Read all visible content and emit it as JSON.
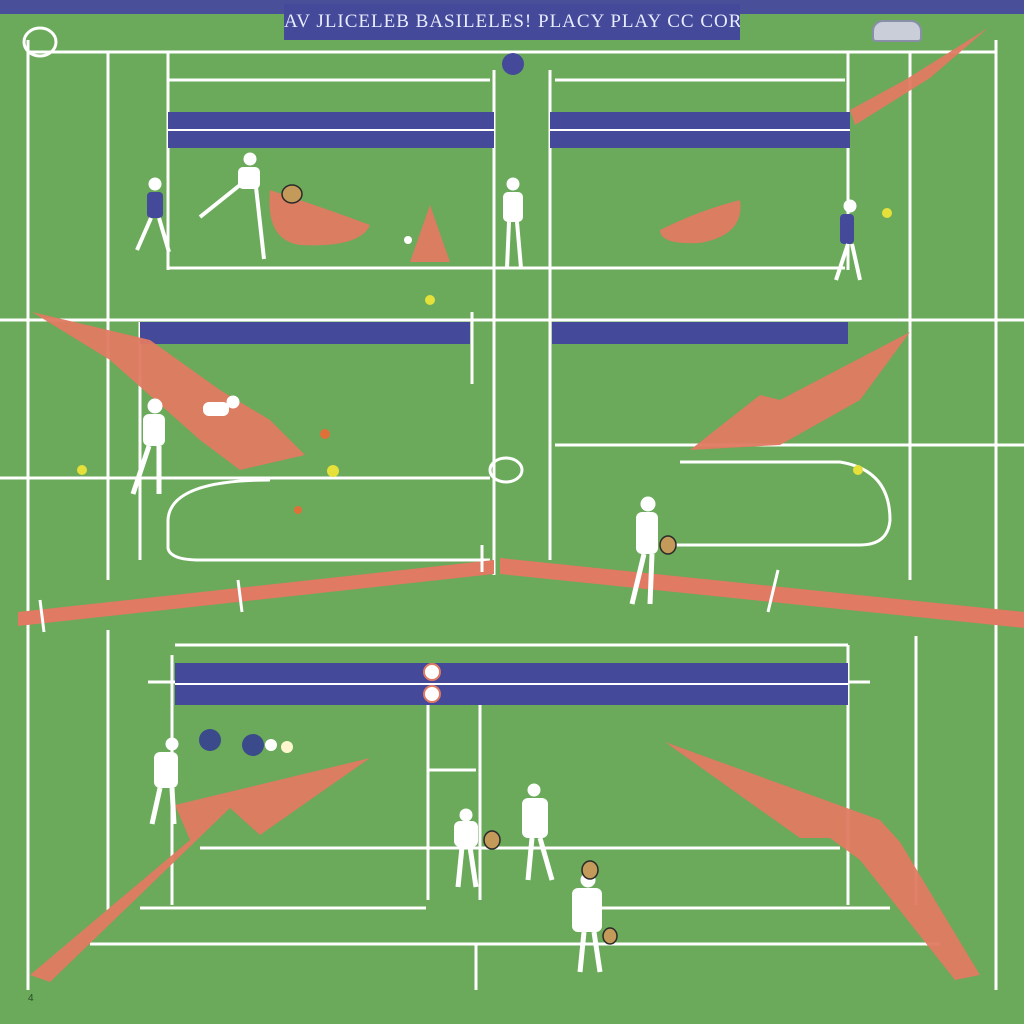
{
  "banner": {
    "title": "AV JLICELEB BASILELES! PLACY PLAY  CC CORT"
  },
  "footer": {
    "mark": "4"
  },
  "colors": {
    "grass": "#6aaa5a",
    "court_line": "#ffffff",
    "net_band": "#44499a",
    "arrow_clay": "#e07a62",
    "banner_bg": "#44499a",
    "ball_yellow": "#e6e03a",
    "ball_orange": "#e0703a",
    "ball_navy": "#3a4a8a"
  },
  "icons": {
    "racket": "tennis-racket-icon",
    "scoreboard": "scoreboard-icon",
    "ball": "tennis-ball-icon"
  },
  "scene": {
    "courts": [
      "court-top-left",
      "court-top-right",
      "court-middle",
      "court-bottom"
    ],
    "players": [
      "player",
      "player",
      "player",
      "player",
      "player",
      "player",
      "player",
      "player",
      "player",
      "player",
      "player"
    ],
    "arrows": [
      "arrow-upper-left",
      "arrow-left",
      "arrow-right",
      "arrow-lower-left",
      "arrow-lower-right",
      "arrow-upper-right"
    ]
  }
}
